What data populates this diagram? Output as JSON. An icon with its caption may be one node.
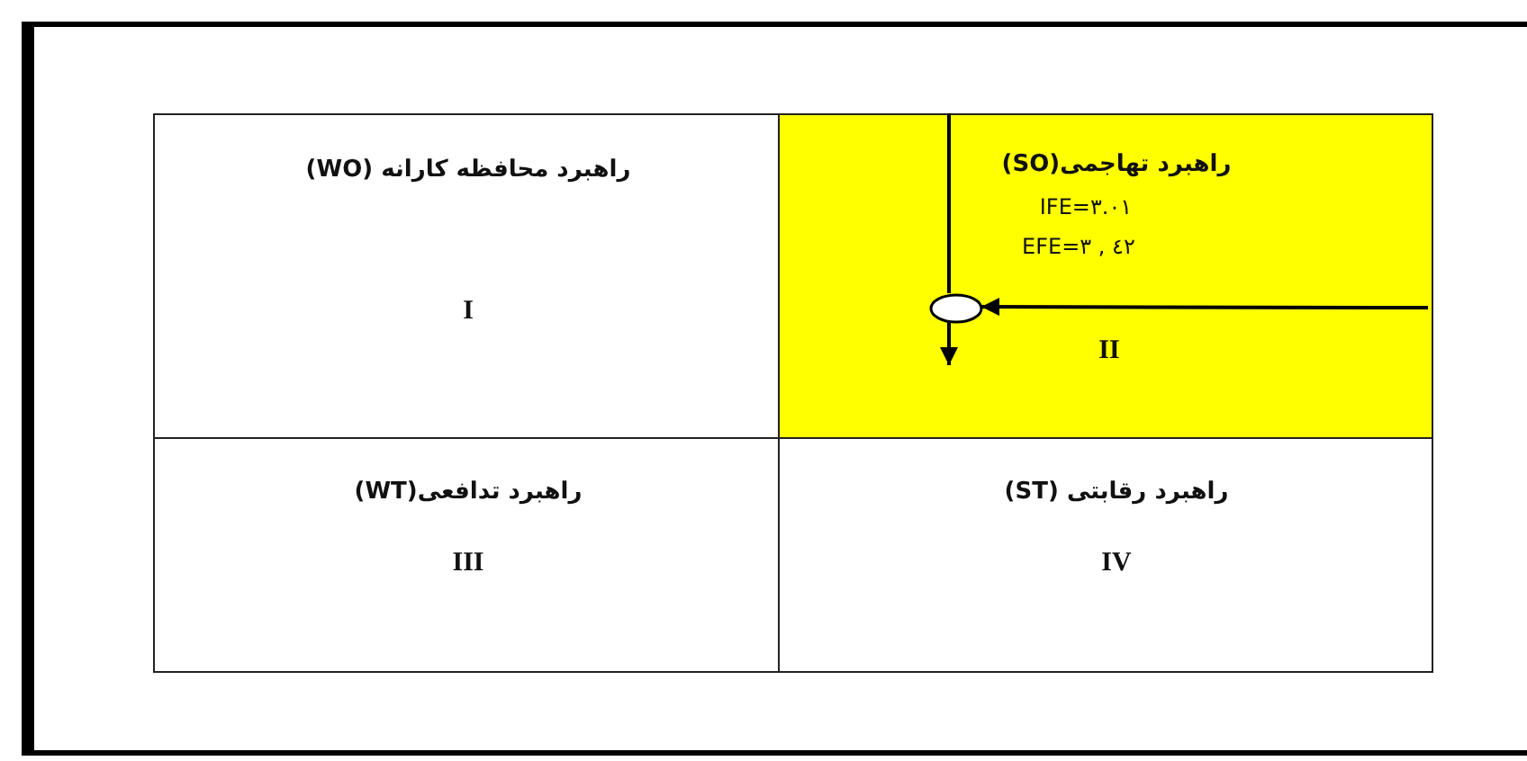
{
  "diagram": {
    "nodes": [
      {
        "text": [
          "راهبرد محافظه کارانه (WO)",
          "I"
        ]
      },
      {
        "text": [
          "راهبرد تهاجمی(SO)",
          "IFE=٣.٠١",
          "EFE=٣ , ٤٢",
          "II"
        ]
      },
      {
        "text": [
          "راهبرد تدافعی(WT)",
          "III"
        ]
      },
      {
        "text": [
          "راهبرد رقابتی (ST)",
          "IV"
        ]
      },
      {
        "text": [],
        "shape": "circle",
        "in": 1
      }
    ],
    "edges": [
      {
        "from": null,
        "to": 4,
        "arrow": "none"
      },
      {
        "from": null,
        "to": 4,
        "arrow": "to"
      },
      {
        "from": 4,
        "to": null,
        "arrow": "to"
      }
    ]
  }
}
